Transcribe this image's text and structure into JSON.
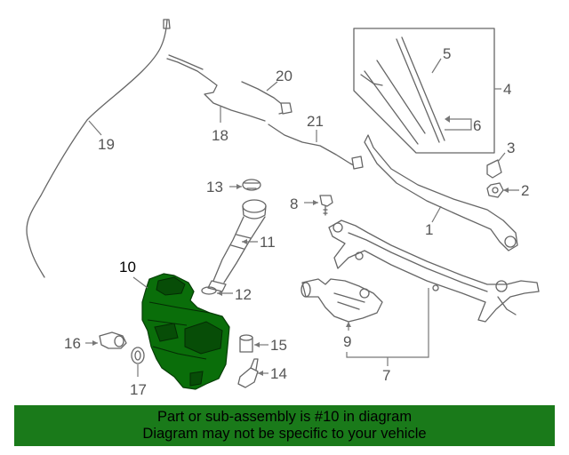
{
  "callouts": {
    "c1": "1",
    "c2": "2",
    "c3": "3",
    "c4": "4",
    "c5": "5",
    "c6": "6",
    "c7": "7",
    "c8": "8",
    "c9": "9",
    "c10": "10",
    "c11": "11",
    "c12": "12",
    "c13": "13",
    "c14": "14",
    "c15": "15",
    "c16": "16",
    "c17": "17",
    "c18": "18",
    "c19": "19",
    "c20": "20",
    "c21": "21"
  },
  "highlight": {
    "part_number": "10",
    "color": "#0a6e0a"
  },
  "banner": {
    "line1": "Part or sub-assembly is #10 in diagram",
    "line2": "Diagram may not be specific to your vehicle",
    "background": "#1a7a1a"
  }
}
